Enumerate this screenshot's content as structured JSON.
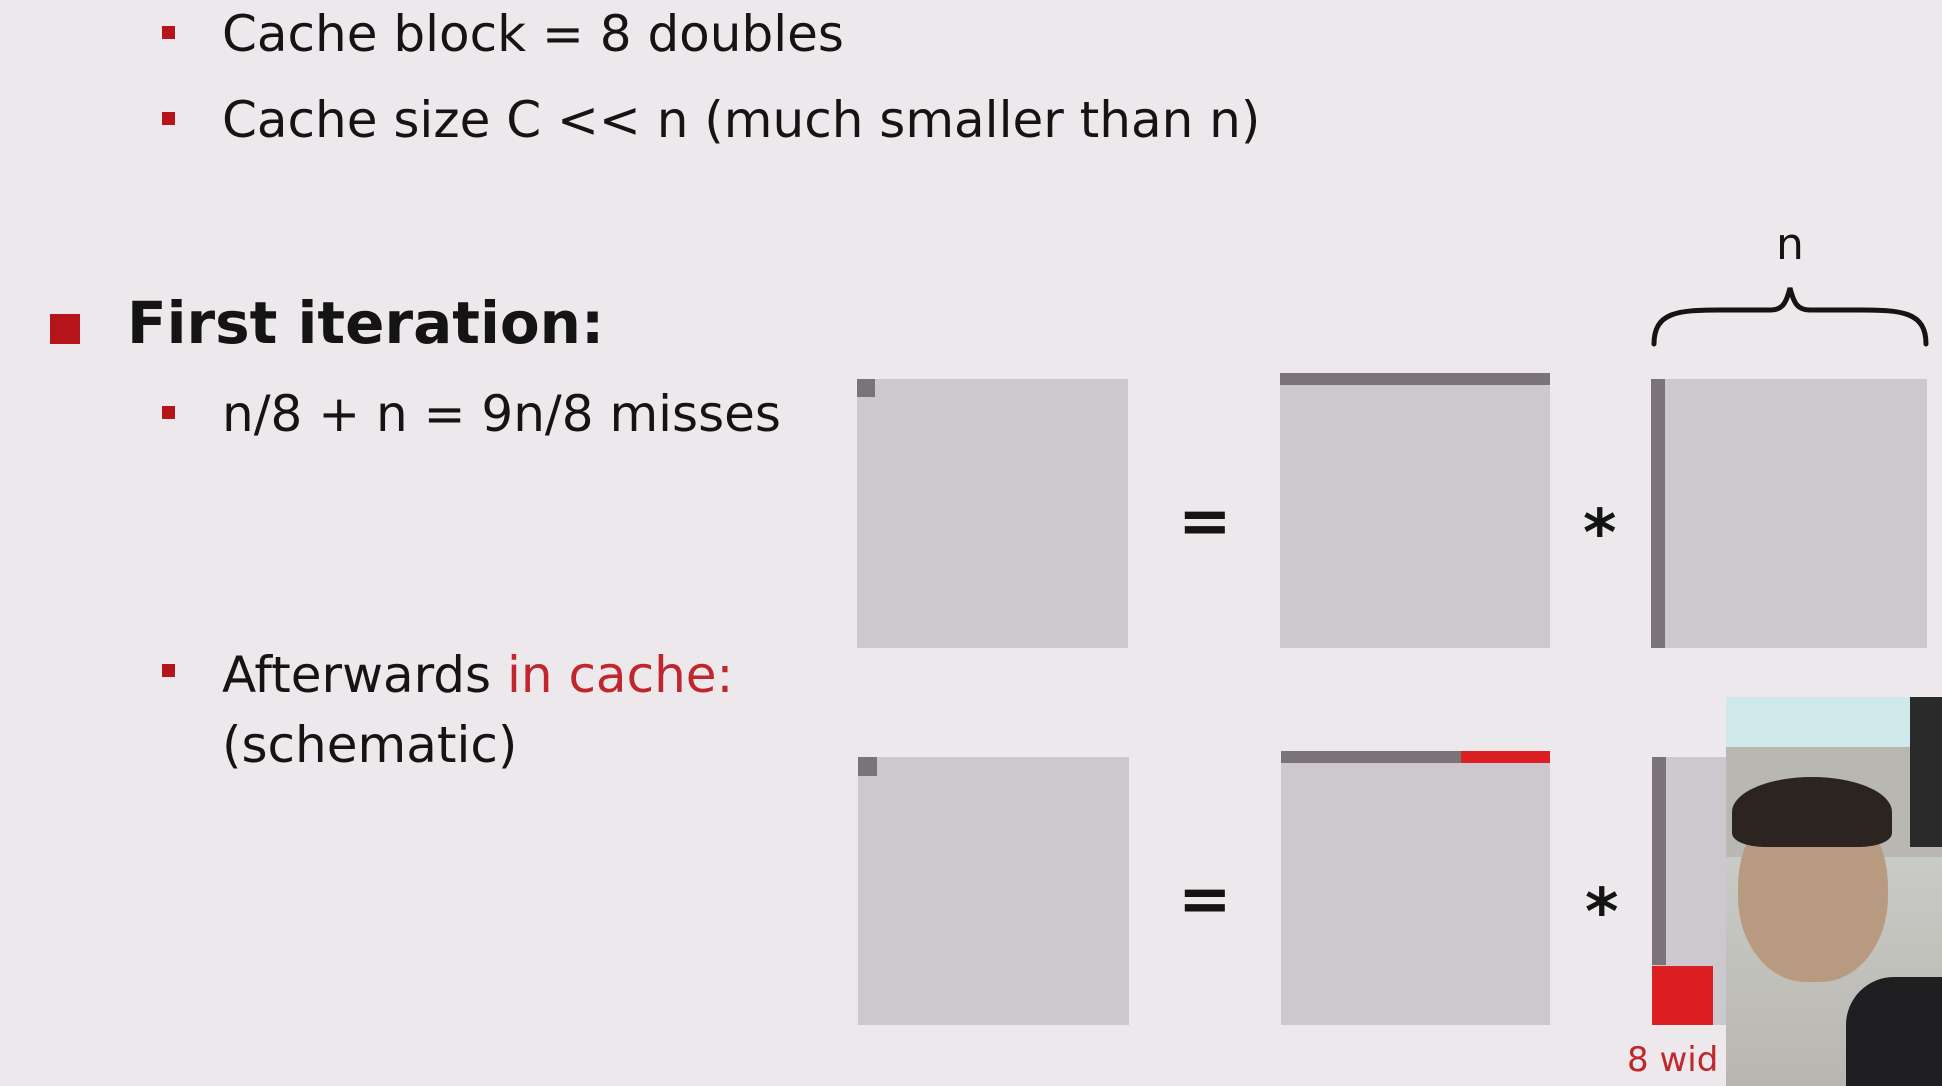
{
  "bullets_top": [
    {
      "text": "Cache block = 8 doubles"
    },
    {
      "text": "Cache size C << n (much smaller than n)"
    }
  ],
  "first_iteration": {
    "heading": "First iteration:",
    "misses": "n/8 + n = 9n/8 misses",
    "afterwards_prefix": "Afterwards ",
    "afterwards_highlight": "in cache:",
    "afterwards_line2": "(schematic)"
  },
  "diagram": {
    "n_label": "n",
    "equals": "=",
    "times": "*",
    "width_note": "8 wid"
  },
  "colors": {
    "accent_red": "#b5141a",
    "highlight_red": "#dc1f22",
    "matrix_fill": "#cdc8cd",
    "accessed_gray": "#7a7478",
    "background": "#ede8ec"
  }
}
